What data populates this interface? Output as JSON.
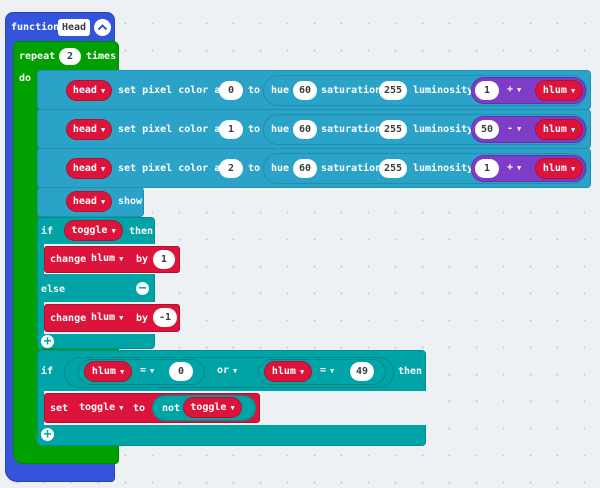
{
  "function_block": {
    "keyword": "function",
    "name": "Head",
    "collapse_icon": "chevron-up-icon"
  },
  "repeat_block": {
    "keyword": "repeat",
    "count": "2",
    "times": "times",
    "do": "do"
  },
  "pixel_rows": [
    {
      "strip": "head",
      "text": "set pixel color at",
      "index": "0",
      "to": "to",
      "hue": "hue",
      "hue_val": "60",
      "sat": "saturation",
      "sat_val": "255",
      "lum": "luminosity",
      "left": "1",
      "op": "+",
      "right": "hlum"
    },
    {
      "strip": "head",
      "text": "set pixel color at",
      "index": "1",
      "to": "to",
      "hue": "hue",
      "hue_val": "60",
      "sat": "saturation",
      "sat_val": "255",
      "lum": "luminosity",
      "left": "50",
      "op": "-",
      "right": "hlum"
    },
    {
      "strip": "head",
      "text": "set pixel color at",
      "index": "2",
      "to": "to",
      "hue": "hue",
      "hue_val": "60",
      "sat": "saturation",
      "sat_val": "255",
      "lum": "luminosity",
      "left": "1",
      "op": "+",
      "right": "hlum"
    }
  ],
  "show_block": {
    "strip": "head",
    "text": "show"
  },
  "if_toggle": {
    "if": "if",
    "cond": "toggle",
    "then": "then",
    "change1": {
      "keyword": "change",
      "var": "hlum",
      "by": "by",
      "value": "1"
    },
    "else": "else",
    "change2": {
      "keyword": "change",
      "var": "hlum",
      "by": "by",
      "value": "-1"
    }
  },
  "if_compare": {
    "if": "if",
    "left": {
      "var": "hlum",
      "op": "=",
      "value": "0"
    },
    "or": "or",
    "right": {
      "var": "hlum",
      "op": "=",
      "value": "49"
    },
    "then": "then",
    "set": {
      "keyword": "set",
      "var": "toggle",
      "to": "to",
      "not": "not",
      "value": "toggle"
    }
  },
  "colors": {
    "functions": "#3455db",
    "loops": "#00a000",
    "neopixel": "#2ba3c9",
    "logic": "#00a4a6",
    "variables": "#dc143c",
    "math": "#7e3dc6"
  }
}
